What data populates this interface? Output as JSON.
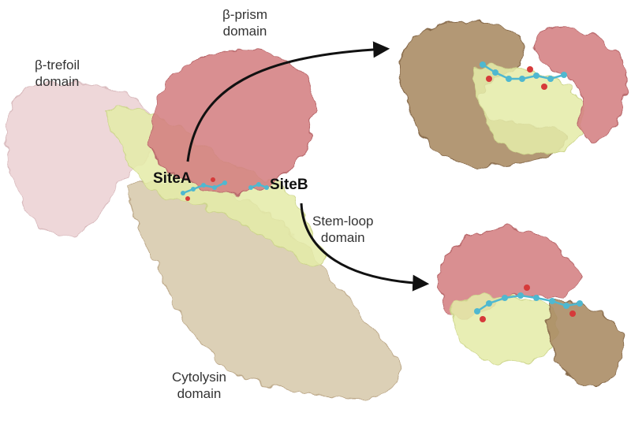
{
  "labels": {
    "beta_prism": [
      "β-prism",
      "domain"
    ],
    "beta_trefoil": [
      "β-trefoil",
      "domain"
    ],
    "stem_loop": [
      "Stem-loop",
      "domain"
    ],
    "cytolysin": [
      "Cytolysin",
      "domain"
    ],
    "site_a": "SiteA",
    "site_b": "SiteB"
  },
  "colors": {
    "beta_prism": "#d47f82",
    "beta_trefoil": "#ecd2d4",
    "stem_loop": "#e5ecaa",
    "cytolysin": "#d7c9ac",
    "site_brown": "#a98a62",
    "ligand": "#4fb8d0",
    "oxygen": "#d63a3a",
    "arrow": "#111111"
  },
  "icons": {
    "arrow_to_site_a": "curved-arrow-icon",
    "arrow_to_site_b": "curved-arrow-icon"
  }
}
